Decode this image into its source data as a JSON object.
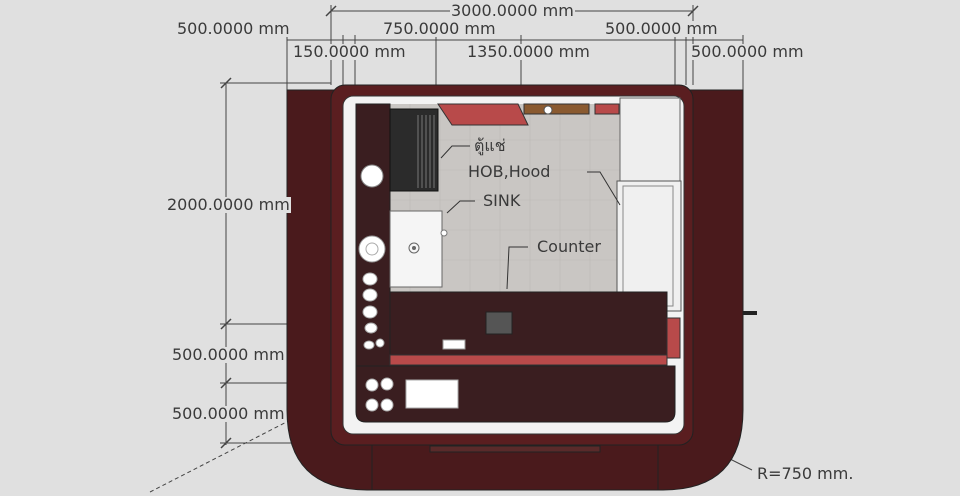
{
  "dimensions": {
    "top_total": "3000.0000 mm",
    "top_segments": [
      "500.0000 mm",
      "150.0000 mm",
      "750.0000 mm",
      "1350.0000 mm",
      "500.0000 mm",
      "500.0000 mm"
    ],
    "left_height": "2000.0000 mm",
    "left_segments": [
      "500.0000 mm",
      "500.0000 mm"
    ],
    "radius": "R=750 mm."
  },
  "annotations": {
    "fridge": "ตู้แช่",
    "hob_hood": "HOB,Hood",
    "sink": "SINK",
    "counter": "Counter"
  },
  "colors": {
    "background": "#e0e0e0",
    "body": "#4a1a1c",
    "counter": "#3a1e20",
    "floor": "#c9c6c3",
    "accent": "#b84a4a"
  }
}
